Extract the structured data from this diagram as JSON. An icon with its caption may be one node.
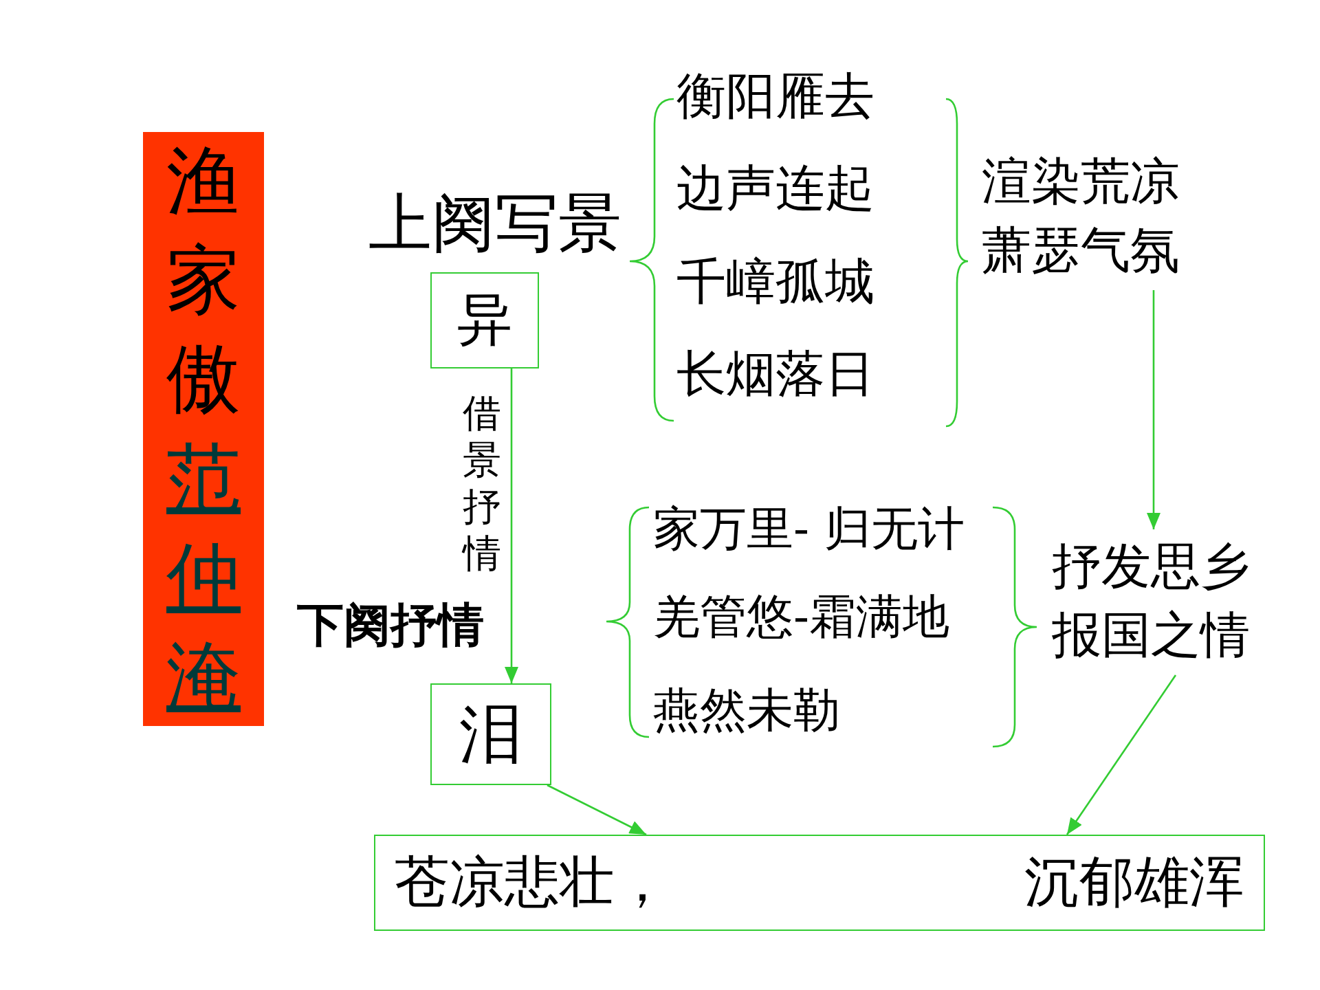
{
  "diagram": {
    "nodes": [
      {
        "text": [
          "渔家傲",
          "范仲淹"
        ]
      },
      {
        "text": [
          "异"
        ]
      },
      {
        "text": [
          "渲染荒凉萧瑟气氛"
        ]
      },
      {
        "text": [
          "泪"
        ]
      },
      {
        "text": [
          "抒发思乡报国之情"
        ]
      },
      {
        "text": [
          "苍凉悲壮，",
          "沉郁雄浑"
        ]
      }
    ],
    "edges": [
      {
        "from": 1,
        "to": 3,
        "arrow": "to",
        "label": "借景抒情"
      },
      {
        "from": 2,
        "to": 4,
        "arrow": "to"
      },
      {
        "from": 3,
        "to": 5,
        "arrow": "to"
      },
      {
        "from": 4,
        "to": 5,
        "arrow": "to"
      }
    ],
    "labels": [
      "上阕写景",
      "衡阳雁去",
      "边声连起",
      "千嶂孤城",
      "长烟落日",
      "下阕抒情",
      "家万里- 归无计",
      "羌管悠-霜满地",
      "燕然未勒"
    ]
  }
}
